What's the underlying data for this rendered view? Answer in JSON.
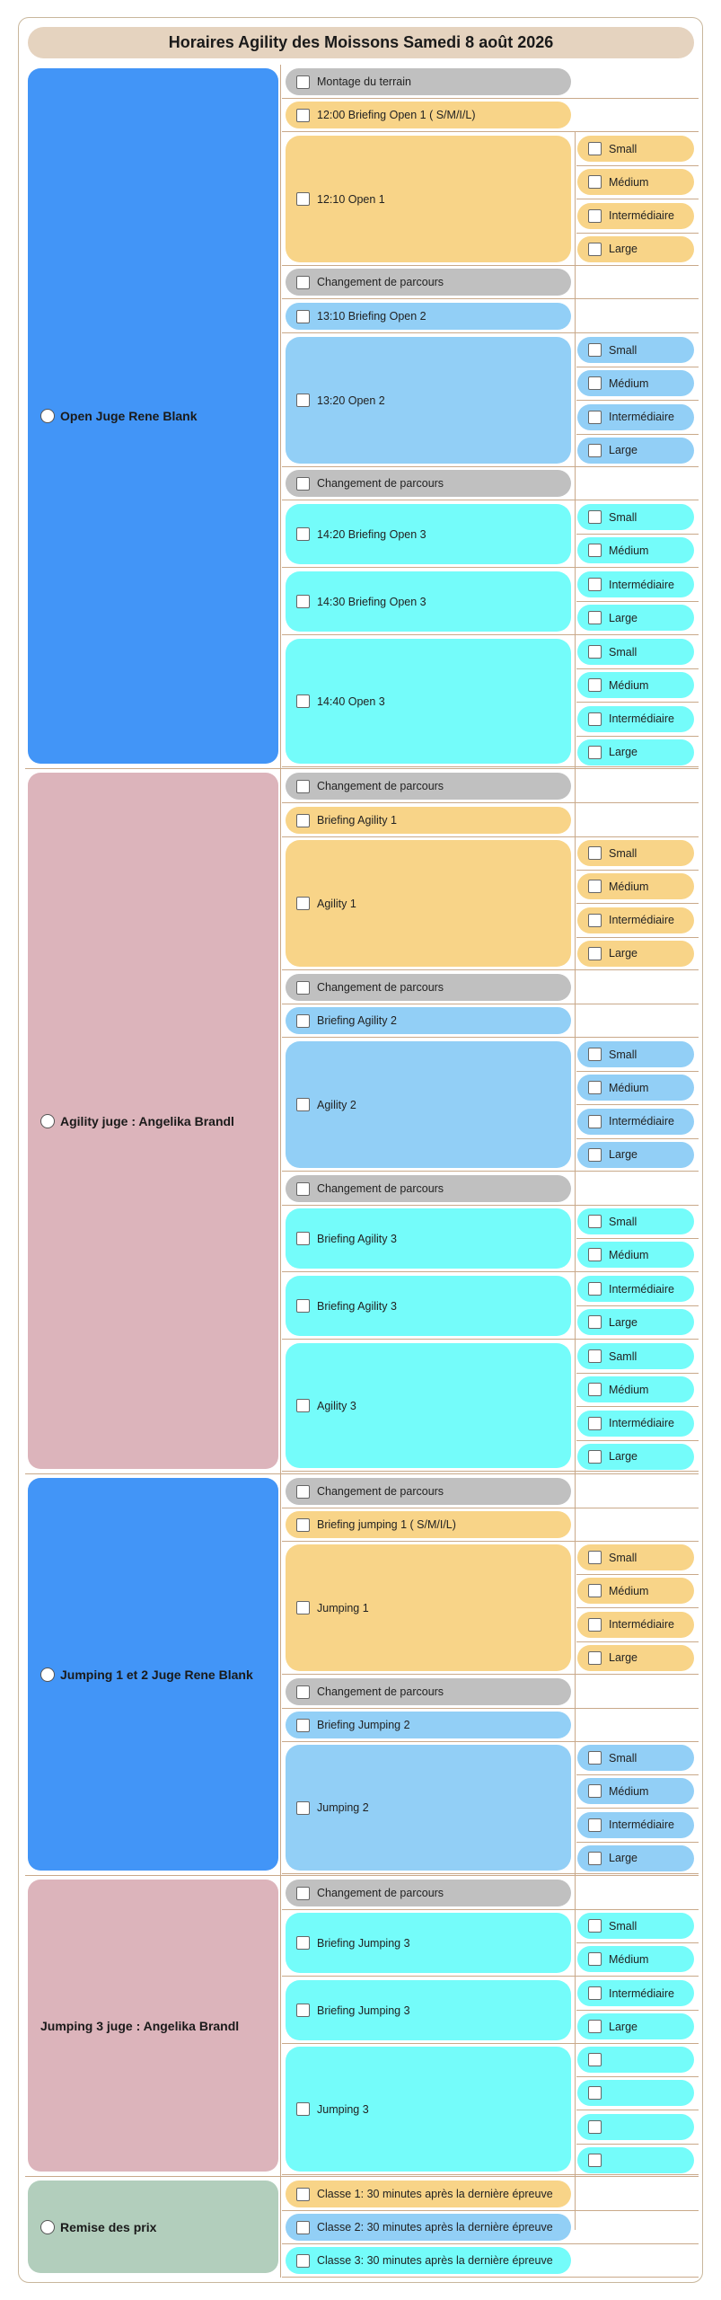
{
  "page_title": "Horaires Agility des Moissons Samedi 8 août 2026",
  "sections": [
    {
      "label": "Open  Juge Rene Blank"
    },
    {
      "label": "Agility  juge : Angelika Brandl"
    },
    {
      "label": "Jumping 1 et 2  Juge Rene Blank"
    },
    {
      "label": "Jumping 3  juge : Angelika Brandl"
    },
    {
      "label": "Remise des prix"
    }
  ],
  "events": [
    "Montage du terrain",
    "12:00 Briefing Open 1 ( S/M/I/L)",
    "12:10 Open 1",
    "Changement de parcours",
    "13:10 Briefing Open 2",
    "13:20 Open 2",
    "Changement de parcours",
    "14:20 Briefing Open 3",
    "14:30 Briefing Open 3",
    "14:40 Open 3",
    "Changement de parcours",
    "Briefing Agility 1",
    "Agility 1",
    "Changement de parcours",
    "Briefing Agility 2",
    "Agility 2",
    "Changement de parcours",
    "Briefing Agility 3",
    "Briefing Agility 3",
    "Agility 3",
    "Changement de parcours",
    "Briefing jumping 1 ( S/M/I/L)",
    "Jumping 1",
    "Changement de parcours",
    "Briefing Jumping 2",
    "Jumping 2",
    "Changement de parcours",
    "Briefing Jumping 3",
    "Briefing Jumping 3",
    "Jumping 3",
    "Classe 1: 30 minutes après la dernière épreuve",
    "Classe 2: 30 minutes après la dernière épreuve",
    "Classe 3: 30 minutes après la dernière épreuve"
  ],
  "sizes": [
    "Small",
    "Médium",
    "Intermédiaire",
    "Large",
    "Small",
    "Médium",
    "Intermédiaire",
    "Large",
    "Small",
    "Médium",
    "Intermédiaire",
    "Large",
    "Small",
    "Médium",
    "Intermédiaire",
    "Large",
    "Small",
    "Médium",
    "Intermédiaire",
    "Large",
    "Small",
    "Médium",
    "Intermédiaire",
    "Large",
    "Small",
    "Médium",
    "Intermédiaire",
    "Large",
    "Samll",
    "Médium",
    "Intermédiaire",
    "Large",
    "Small",
    "Médium",
    "Intermédiaire",
    "Large",
    "Small",
    "Médium",
    "Intermédiaire",
    "Large",
    "Small",
    "Médium",
    "Intermédiaire",
    "Large"
  ],
  "colors": {
    "open_block": "#4295f7",
    "angelika_block": "#dcb4bb",
    "prize_block": "#b2cebc",
    "title_bar": "#e5d3bf",
    "slot_yellow": "#f8d488",
    "slot_gray": "#c0c0c0",
    "slot_light_blue": "#92cff6",
    "slot_cyan": "#74fcfa",
    "divider": "#c9a98a"
  }
}
